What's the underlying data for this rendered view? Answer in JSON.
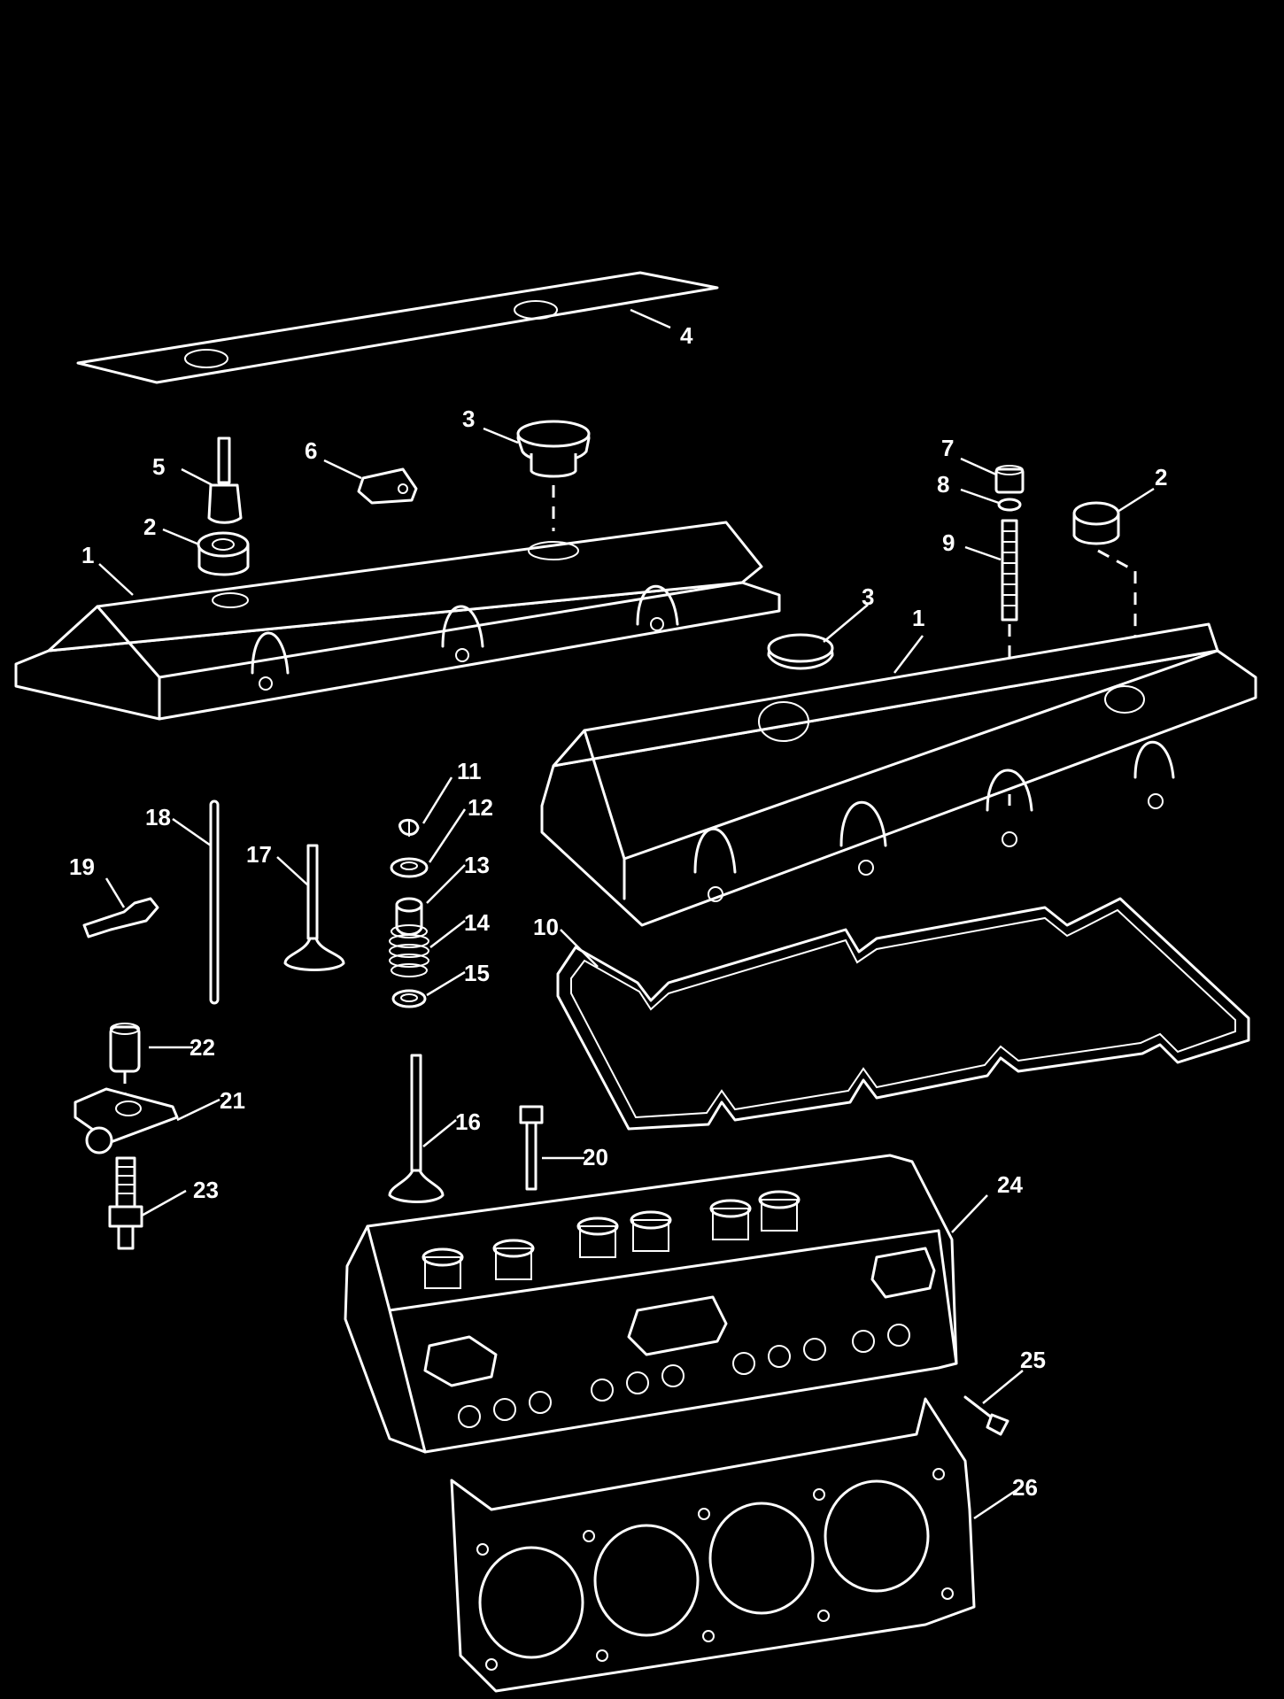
{
  "callouts": [
    {
      "id": "c1a",
      "label": "1"
    },
    {
      "id": "c1b",
      "label": "1"
    },
    {
      "id": "c2a",
      "label": "2"
    },
    {
      "id": "c2b",
      "label": "2"
    },
    {
      "id": "c3a",
      "label": "3"
    },
    {
      "id": "c3b",
      "label": "3"
    },
    {
      "id": "c4",
      "label": "4"
    },
    {
      "id": "c5",
      "label": "5"
    },
    {
      "id": "c6",
      "label": "6"
    },
    {
      "id": "c7",
      "label": "7"
    },
    {
      "id": "c8",
      "label": "8"
    },
    {
      "id": "c9",
      "label": "9"
    },
    {
      "id": "c10",
      "label": "10"
    },
    {
      "id": "c11",
      "label": "11"
    },
    {
      "id": "c12",
      "label": "12"
    },
    {
      "id": "c13",
      "label": "13"
    },
    {
      "id": "c14",
      "label": "14"
    },
    {
      "id": "c15",
      "label": "15"
    },
    {
      "id": "c16",
      "label": "16"
    },
    {
      "id": "c17",
      "label": "17"
    },
    {
      "id": "c18",
      "label": "18"
    },
    {
      "id": "c19",
      "label": "19"
    },
    {
      "id": "c20",
      "label": "20"
    },
    {
      "id": "c21",
      "label": "21"
    },
    {
      "id": "c22",
      "label": "22"
    },
    {
      "id": "c23",
      "label": "23"
    },
    {
      "id": "c24",
      "label": "24"
    },
    {
      "id": "c25",
      "label": "25"
    },
    {
      "id": "c26",
      "label": "26"
    }
  ],
  "colors": {
    "background": "#000000",
    "line": "#ffffff"
  }
}
